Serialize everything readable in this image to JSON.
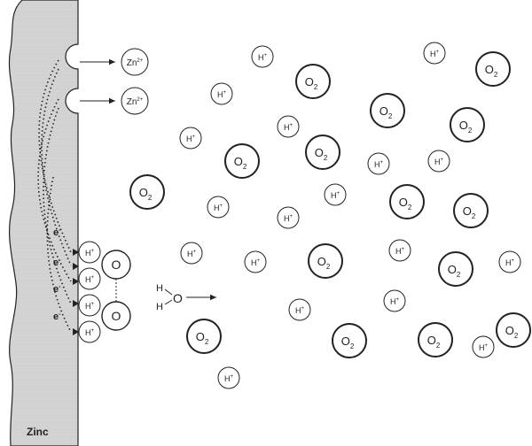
{
  "labels": {
    "metal": "Zinc",
    "ion": "Zn",
    "ion_charge": "2+",
    "hydrogen_ion": "H",
    "hydrogen_charge": "+",
    "oxygen_atom": "O",
    "oxygen_molecule": "O",
    "oxygen_subscript": "2",
    "electron": "e",
    "electron_charge": "-",
    "water_h": "H"
  },
  "colors": {
    "metal_fill": "#d4d4d4",
    "stroke": "#222222",
    "background": "#ffffff"
  }
}
